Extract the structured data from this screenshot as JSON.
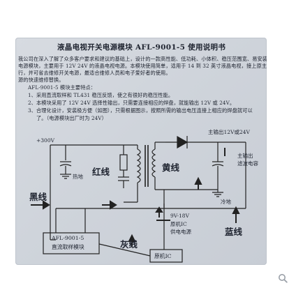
{
  "document": {
    "title": "液晶电视开关电源模块 AFL-9001-5 使用说明书",
    "intro_lines": [
      "我公司在深入了解了众多客户要求和建议的基础上，设计的一款高性能、低功耗、小体积、稳压范围宽、易安装、易安装的通用型",
      "电源模块，主要用于 12V 24V 的液晶电视电源。本模块使用简单，适用于 14 到 32 英寸液晶电视，接上原主机板就能",
      "行，并可省去维修开关电源，最适合维修人员和电子爱好者的使用。",
      "源的快速维修替换。"
    ],
    "features_heading": "AFL-9001-5 模块主要特点：",
    "features": [
      "1、采用直流取样和 TL431 稳压反馈，使之有很好的稳压性能。",
      "2、本模块采用了 12V 24V 选择性输出，只需要连接相应的焊盘，就能输出 12V 或 24V。",
      "3、合理化设计，安装极方便（如图），只需根据图示，按照所需的输出电压连接上相应的焊盘就可以",
      "了。（电源模块出厂时为 24V）"
    ],
    "diagram": {
      "input_voltage": "+300V",
      "hot_ground": "热地",
      "black_wire": "黑线",
      "red_wire": "红线",
      "yellow_wire": "黄线",
      "main_output": "主输出12V或24V",
      "main_output_cap": [
        "主输出",
        "滤波电容"
      ],
      "cold_ground": "冷地",
      "ic_supply": [
        "9V-18V",
        "原机IC",
        "供电电源"
      ],
      "blue_wire": "蓝线",
      "gray_wire": "灰线",
      "module_box": [
        "AFL-9001-5",
        "直流取样模块"
      ],
      "original_ic": "原机IC"
    }
  },
  "ui": {
    "zoom_icon": "search-icon"
  }
}
